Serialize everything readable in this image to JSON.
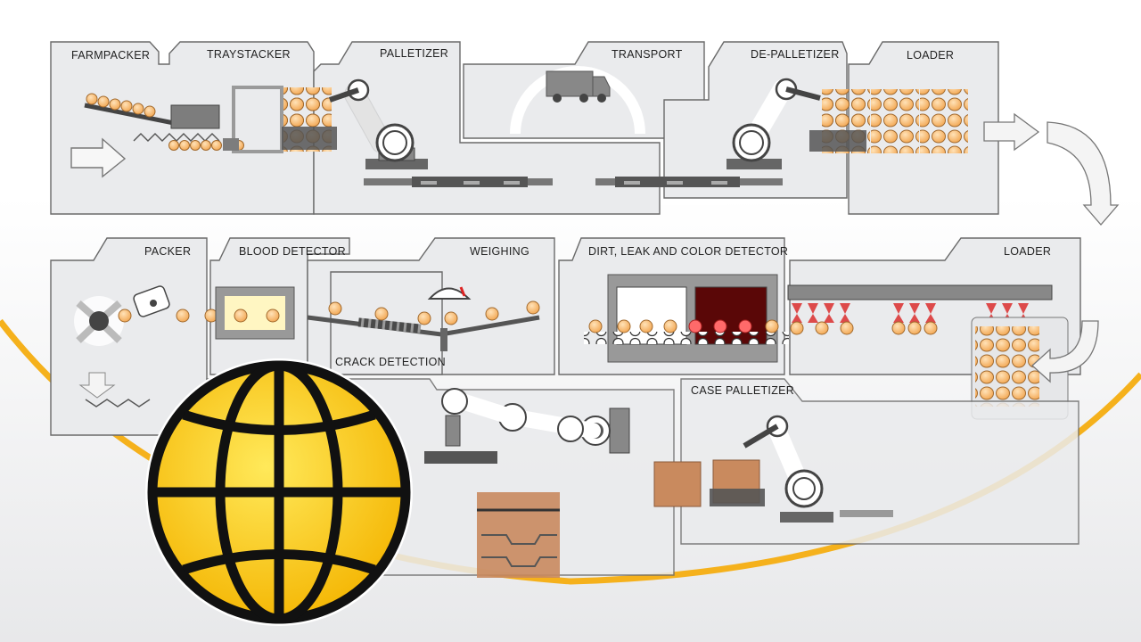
{
  "stations_top": [
    "FARMPACKER",
    "TRAYSTACKER",
    "PALLETIZER",
    "TRANSPORT",
    "DE-PALLETIZER",
    "LOADER"
  ],
  "stations_middle": [
    "PACKER",
    "BLOOD DETECTOR",
    "WEIGHING",
    "DIRT, LEAK AND COLOR DETECTOR",
    "LOADER"
  ],
  "sub_label_crack": "CRACK DETECTION",
  "station_case_palletizer": "CASE PALLETIZER",
  "icons": [
    "arrow-right-icon",
    "curved-arrow-icon",
    "truck-icon",
    "robot-arm-icon",
    "globe-icon"
  ],
  "colors": {
    "panel": "#eaebed",
    "panel_border": "#6a6a6a",
    "egg": "#f6b66a",
    "egg_stroke": "#a26a2e",
    "detector_red": "#5a0707",
    "suction_red": "#dd4a4a",
    "box": "#c98a5e",
    "accent_yellow": "#f5b11c",
    "globe_yellow": "#ffd200"
  }
}
